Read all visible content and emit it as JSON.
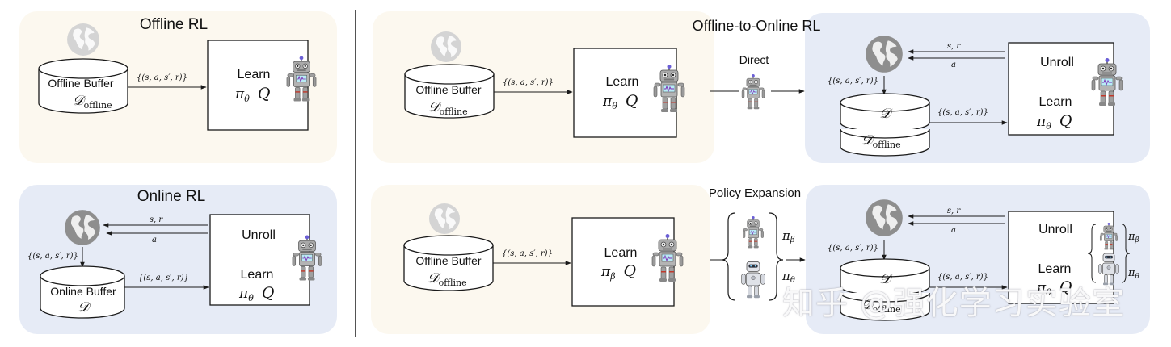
{
  "colors": {
    "offline_bg": "#fcf8ef",
    "online_bg": "#e6ebf6",
    "stroke": "#1a1a1a",
    "globe": "#9a9a9a",
    "globe_light": "#d4d4d4"
  },
  "offline_rl": {
    "title": "Offline RL",
    "buffer_label": "Offline Buffer",
    "buffer_math": "𝒟",
    "buffer_sub": "offline",
    "transition": "{(s, a, s′, r)}",
    "learn": "Learn",
    "pi": "π",
    "pi_sub": "θ",
    "q": "Q"
  },
  "online_rl": {
    "title": "Online RL",
    "sr": "s, r",
    "a": "a",
    "small_transition": "{(s, a, s′, r)}",
    "buffer_label": "Online Buffer",
    "buffer_math": "𝒟",
    "transition": "{(s, a, s′, r)}",
    "unroll": "Unroll",
    "learn": "Learn",
    "pi": "π",
    "pi_sub": "θ",
    "q": "Q"
  },
  "offline_to_online": {
    "title": "Offline-to-Online RL",
    "direct_label": "Direct",
    "offline_panel": {
      "buffer_label": "Offline Buffer",
      "buffer_math": "𝒟",
      "buffer_sub": "offline",
      "transition": "{(s, a, s′, r)}",
      "learn": "Learn",
      "pi": "π",
      "pi_sub": "θ",
      "q": "Q"
    },
    "online_panel": {
      "sr": "s, r",
      "a": "a",
      "small_transition": "{(s, a, s′, r)}",
      "buffer_top": "𝒟",
      "buffer_bottom": "𝒟",
      "buffer_bottom_sub": "offline",
      "transition": "{(s, a, s′, r)}",
      "unroll": "Unroll",
      "learn": "Learn",
      "pi": "π",
      "pi_sub": "θ",
      "q": "Q"
    }
  },
  "policy_expansion": {
    "title": "Policy Expansion",
    "offline_panel": {
      "buffer_label": "Offline Buffer",
      "buffer_math": "𝒟",
      "buffer_sub": "offline",
      "transition": "{(s, a, s′, r)}",
      "learn": "Learn",
      "pi": "π",
      "pi_sub": "β",
      "q": "Q"
    },
    "set_pi_beta": "π",
    "set_pi_beta_sub": "β",
    "set_pi_theta": "π",
    "set_pi_theta_sub": "θ",
    "online_panel": {
      "sr": "s, r",
      "a": "a",
      "small_transition": "{(s, a, s′, r)}",
      "buffer_top": "𝒟",
      "buffer_bottom": "𝒟",
      "buffer_bottom_sub": "offline",
      "transition": "{(s, a, s′, r)}",
      "unroll": "Unroll",
      "learn": "Learn",
      "pi": "π",
      "pi_sub": "θ",
      "q": "Q",
      "robot_pi_beta": "π",
      "robot_pi_beta_sub": "β",
      "robot_pi_theta": "π",
      "robot_pi_theta_sub": "θ"
    }
  },
  "watermark": "知乎 @强化学习实验室"
}
